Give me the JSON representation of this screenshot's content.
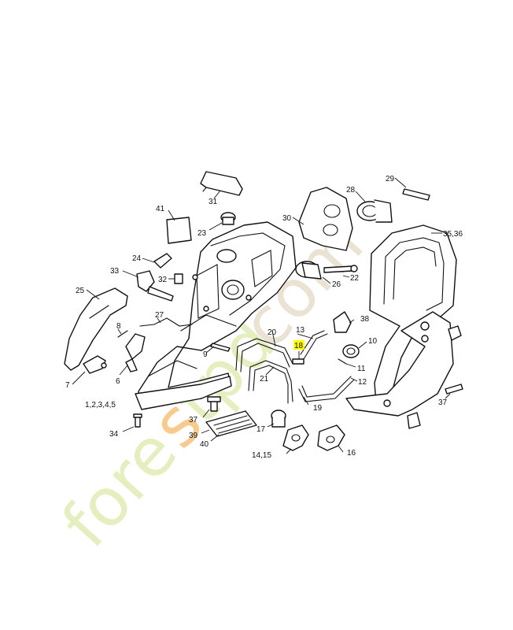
{
  "callouts": [
    {
      "id": "c1",
      "text": "31"
    },
    {
      "id": "c2",
      "text": "41"
    },
    {
      "id": "c3",
      "text": "23"
    },
    {
      "id": "c4",
      "text": "30"
    },
    {
      "id": "c5",
      "text": "28"
    },
    {
      "id": "c6",
      "text": "29"
    },
    {
      "id": "c7",
      "text": "35,36"
    },
    {
      "id": "c8",
      "text": "24"
    },
    {
      "id": "c9",
      "text": "33"
    },
    {
      "id": "c10",
      "text": "32"
    },
    {
      "id": "c11",
      "text": "22"
    },
    {
      "id": "c12",
      "text": "26"
    },
    {
      "id": "c13",
      "text": "25"
    },
    {
      "id": "c14",
      "text": "27"
    },
    {
      "id": "c15",
      "text": "8"
    },
    {
      "id": "c16",
      "text": "9"
    },
    {
      "id": "c17",
      "text": "20"
    },
    {
      "id": "c18",
      "text": "13"
    },
    {
      "id": "c19",
      "text": "38"
    },
    {
      "id": "c20",
      "text": "18",
      "highlight": true
    },
    {
      "id": "c21",
      "text": "10"
    },
    {
      "id": "c22",
      "text": "11"
    },
    {
      "id": "c23",
      "text": "21"
    },
    {
      "id": "c24",
      "text": "12"
    },
    {
      "id": "c25",
      "text": "7"
    },
    {
      "id": "c26",
      "text": "6"
    },
    {
      "id": "c27",
      "text": "1,2,3,4,5"
    },
    {
      "id": "c28",
      "text": "19"
    },
    {
      "id": "c29",
      "text": "37"
    },
    {
      "id": "c30",
      "text": "37"
    },
    {
      "id": "c31",
      "text": "39"
    },
    {
      "id": "c32",
      "text": "40"
    },
    {
      "id": "c33",
      "text": "17"
    },
    {
      "id": "c34",
      "text": "34"
    },
    {
      "id": "c35",
      "text": "14,15"
    },
    {
      "id": "c36",
      "text": "16"
    }
  ],
  "watermark": {
    "text_green": "fore",
    "text_orange": "s",
    "text_green2": "tpd",
    "text_tan": "com",
    "color_green": "#cde08a",
    "color_orange": "#f0a030",
    "color_tan": "#d8ccb0"
  },
  "colors": {
    "line": "#111111",
    "highlight": "#ffff00"
  }
}
